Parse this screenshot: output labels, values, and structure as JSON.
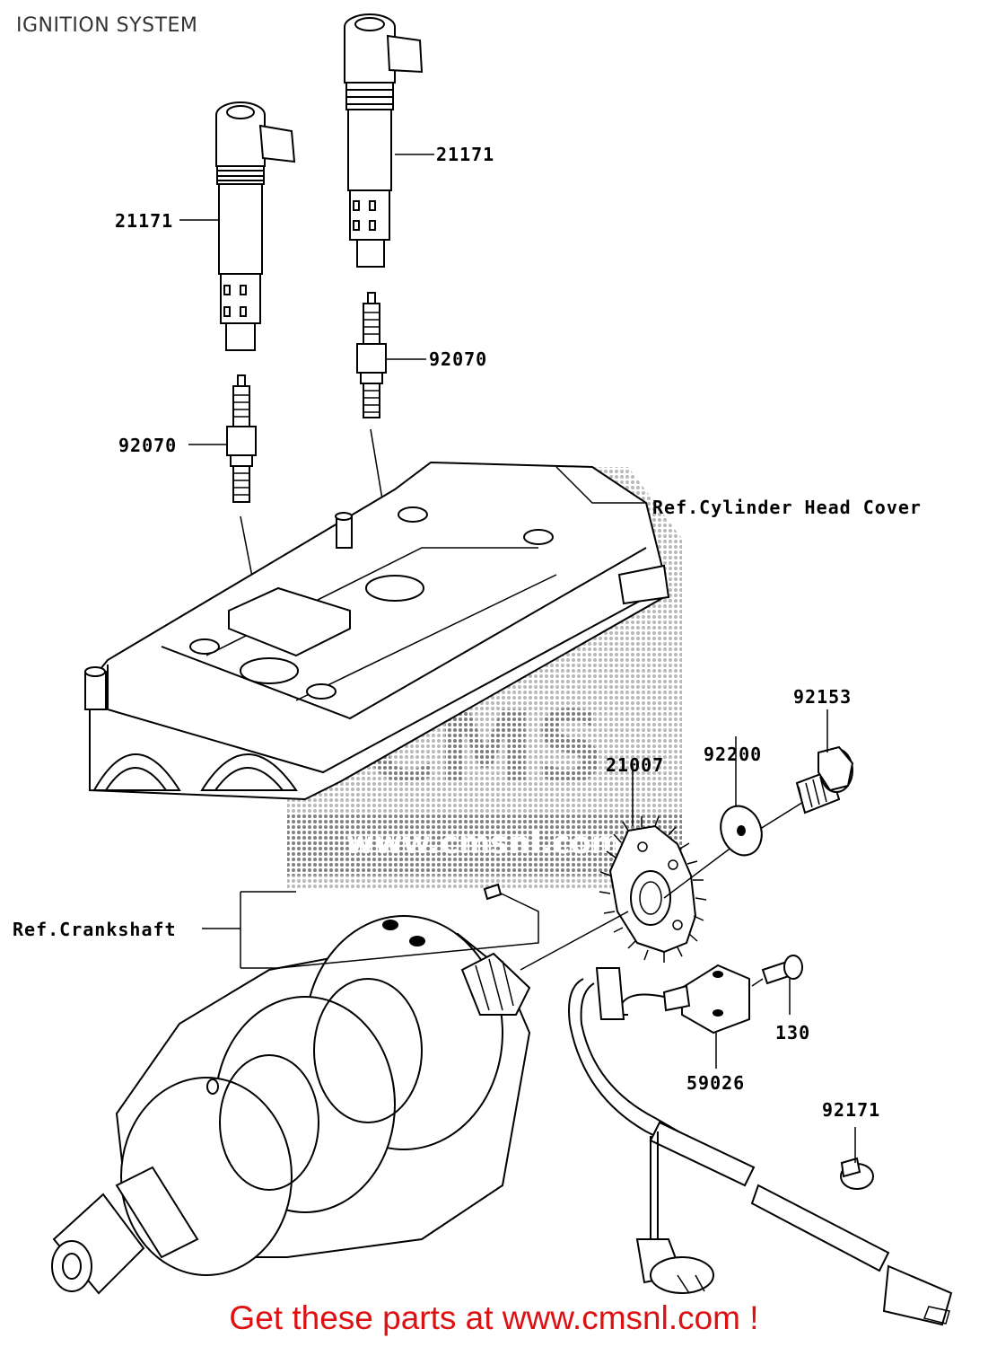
{
  "title": "IGNITION SYSTEM",
  "labels": {
    "coil_left": "21171",
    "coil_right": "21171",
    "plug_right": "92070",
    "plug_left": "92070",
    "head_cover": "Ref.Cylinder Head Cover",
    "bolt": "92153",
    "washer": "92200",
    "rotor": "21007",
    "crankshaft": "Ref.Crankshaft",
    "screw": "130",
    "sensor": "59026",
    "clamp": "92171"
  },
  "watermark": {
    "text": "CMS",
    "sub": "www.cmsnl.com"
  },
  "footer": "Get these parts at www.cmsnl.com !"
}
